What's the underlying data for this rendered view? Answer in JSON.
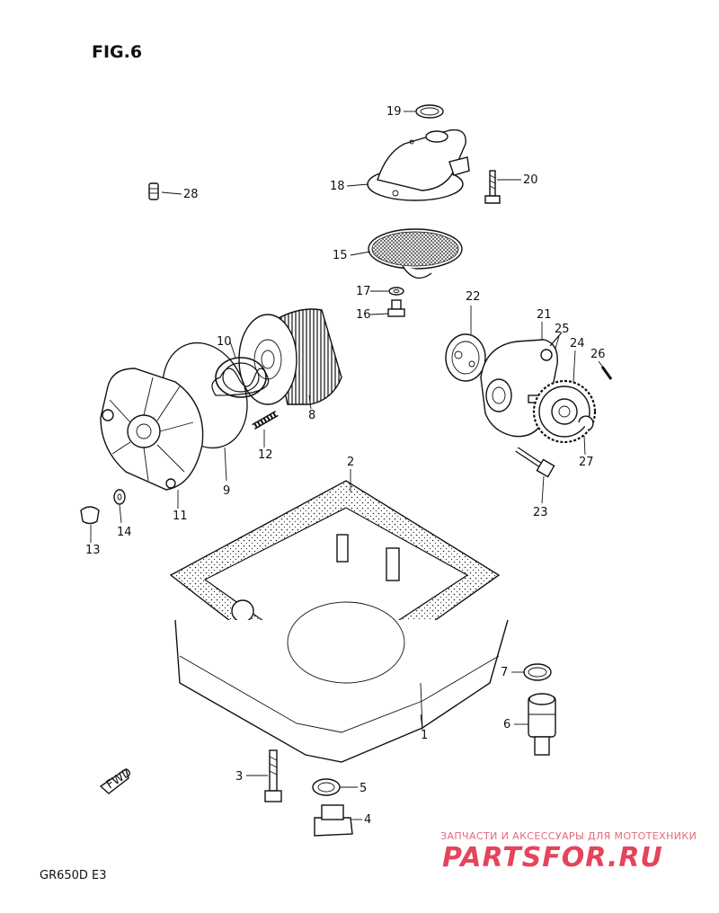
{
  "figure_title": "FIG.6",
  "model_code": "GR650D E3",
  "fwd_label": "FWD",
  "watermark": {
    "top_line": "ЗАПЧАСТИ И АКСЕССУАРЫ ДЛЯ МОТОТЕХНИКИ",
    "brand": "PARTSFOR.RU",
    "color": "#e0233e"
  },
  "callouts": [
    "1",
    "2",
    "3",
    "4",
    "5",
    "6",
    "7",
    "8",
    "9",
    "10",
    "11",
    "12",
    "13",
    "14",
    "15",
    "16",
    "17",
    "18",
    "19",
    "20",
    "21",
    "22",
    "23",
    "24",
    "25",
    "26",
    "27",
    "28"
  ]
}
